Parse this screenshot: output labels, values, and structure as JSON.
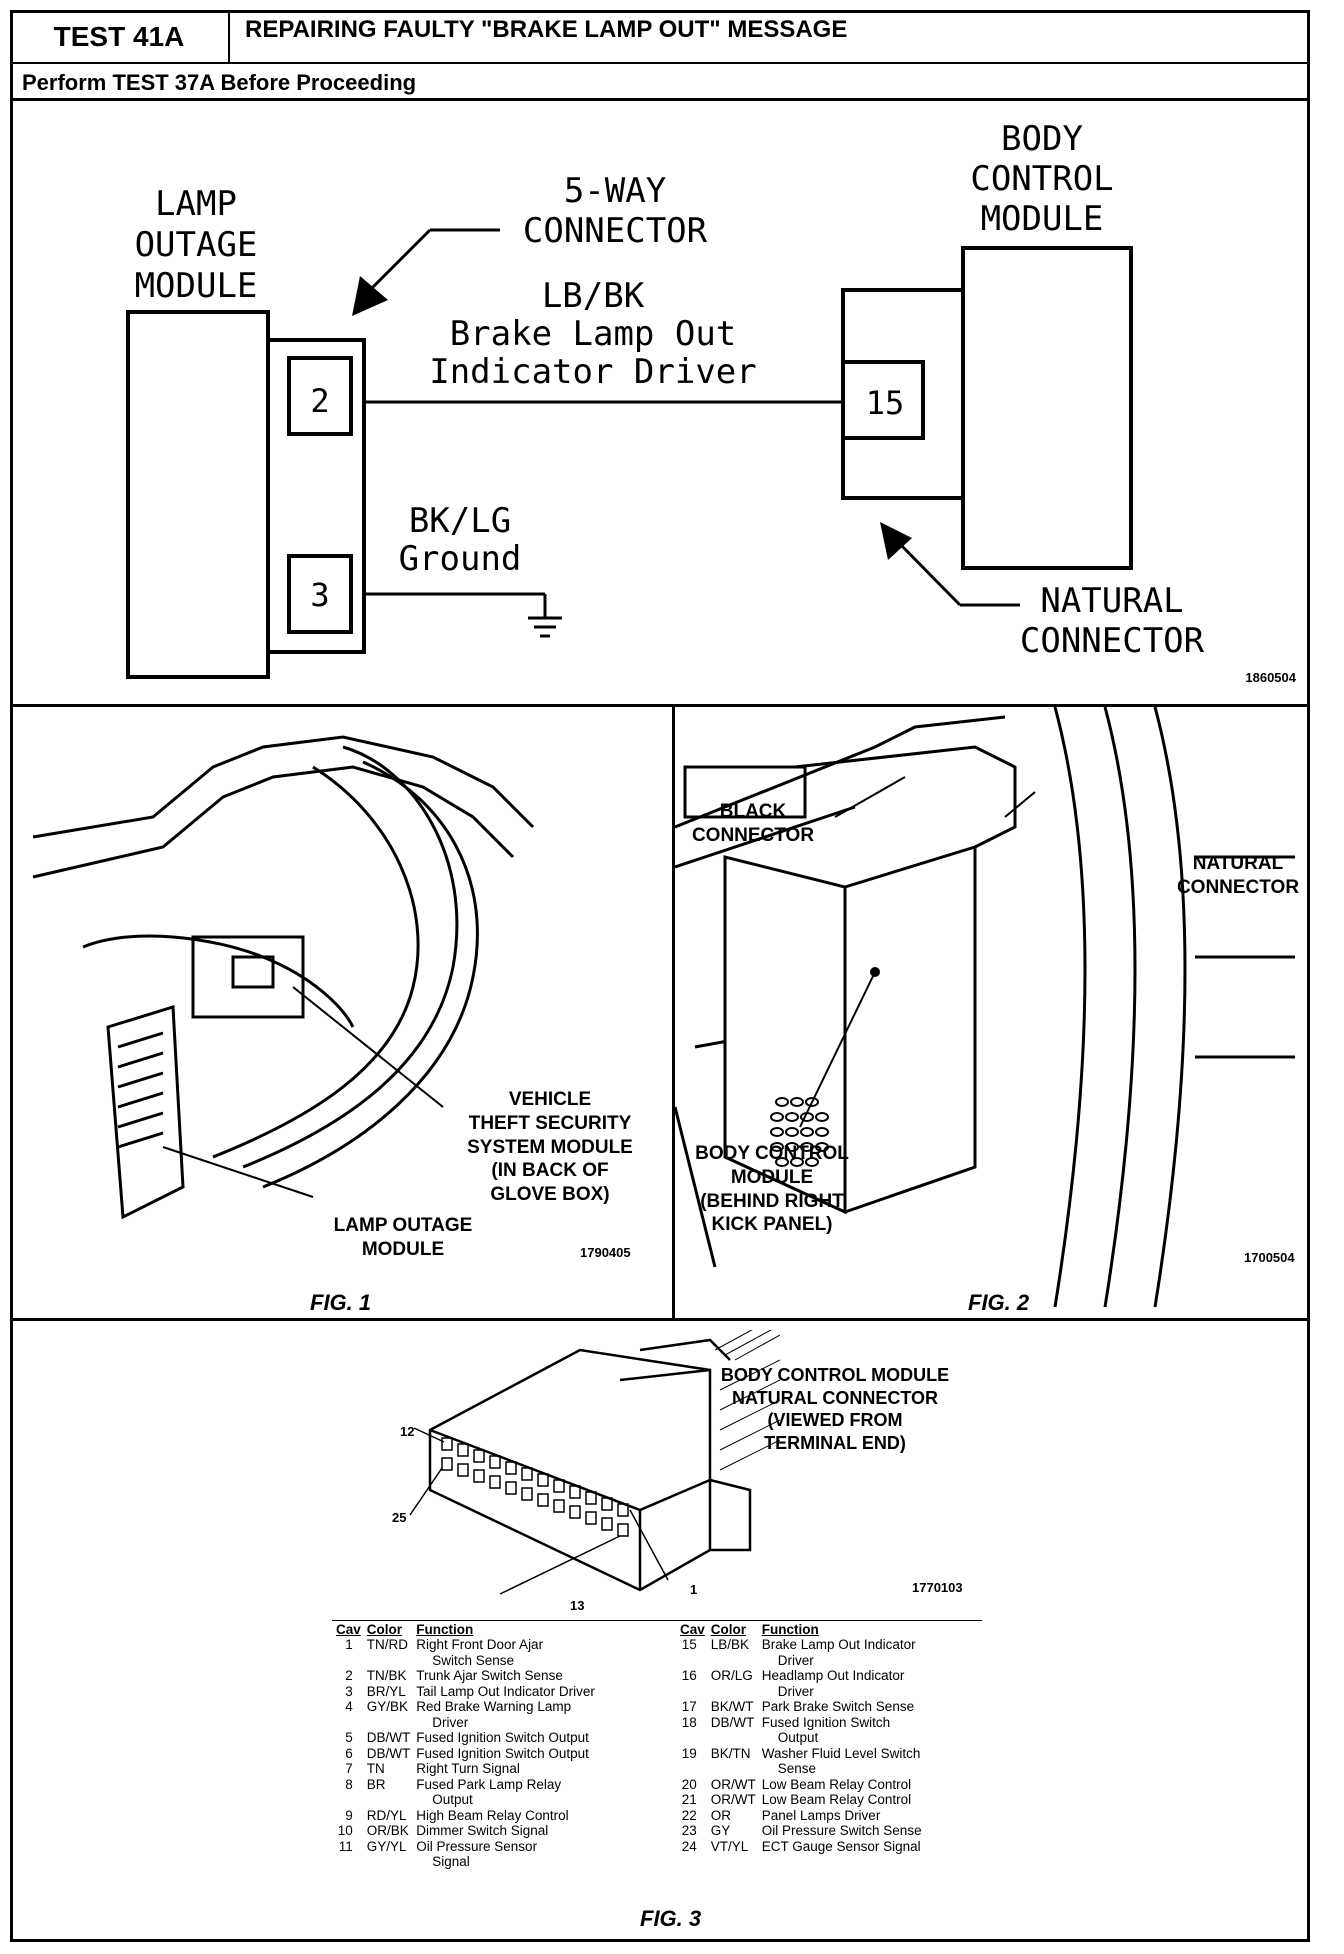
{
  "header": {
    "test_id": "TEST 41A",
    "title": "REPAIRING FAULTY \"BRAKE LAMP OUT\" MESSAGE",
    "prerequisite": "Perform TEST 37A Before Proceeding"
  },
  "schematic": {
    "lamp_module": [
      "LAMP",
      "OUTAGE",
      "MODULE"
    ],
    "body_module": [
      "BODY",
      "CONTROL",
      "MODULE"
    ],
    "five_way": [
      "5-WAY",
      "CONNECTOR"
    ],
    "wire_color": "LB/BK",
    "wire_function": [
      "Brake Lamp Out",
      "Indicator Driver"
    ],
    "ground_color": "BK/LG",
    "ground_label": "Ground",
    "pin_a": "2",
    "pin_b": "3",
    "pin_c": "15",
    "natural": [
      "NATURAL",
      "CONNECTOR"
    ],
    "ref": "1860504"
  },
  "fig1": {
    "vtss_label": [
      "VEHICLE",
      "THEFT SECURITY",
      "SYSTEM MODULE",
      "(IN BACK OF",
      "GLOVE BOX)"
    ],
    "lom_label": [
      "LAMP OUTAGE",
      "MODULE"
    ],
    "ref": "1790405",
    "caption": "FIG. 1"
  },
  "fig2": {
    "black_label": [
      "BLACK",
      "CONNECTOR"
    ],
    "natural_label": [
      "NATURAL",
      "CONNECTOR"
    ],
    "bcm_label": [
      "BODY CONTROL",
      "MODULE",
      "(BEHIND RIGHT",
      "KICK PANEL)"
    ],
    "ref": "1700504",
    "caption": "FIG. 2"
  },
  "fig3": {
    "title": [
      "BODY CONTROL MODULE",
      "NATURAL CONNECTOR",
      "(VIEWED FROM",
      "TERMINAL END)"
    ],
    "pin_labels": {
      "p12": "12",
      "p25": "25",
      "p13": "13",
      "p1": "1"
    },
    "ref": "1770103",
    "caption": "FIG. 3",
    "headers": [
      "Cav",
      "Color",
      "Function"
    ],
    "left": [
      {
        "cav": "1",
        "color": "TN/RD",
        "fn": "Right Front Door Ajar",
        "fn2": "Switch Sense"
      },
      {
        "cav": "2",
        "color": "TN/BK",
        "fn": "Trunk Ajar Switch Sense",
        "fn2": ""
      },
      {
        "cav": "3",
        "color": "BR/YL",
        "fn": "Tail Lamp Out Indicator Driver",
        "fn2": ""
      },
      {
        "cav": "4",
        "color": "GY/BK",
        "fn": "Red Brake Warning Lamp",
        "fn2": "Driver"
      },
      {
        "cav": "5",
        "color": "DB/WT",
        "fn": "Fused Ignition Switch Output",
        "fn2": ""
      },
      {
        "cav": "6",
        "color": "DB/WT",
        "fn": "Fused Ignition Switch Output",
        "fn2": ""
      },
      {
        "cav": "7",
        "color": "TN",
        "fn": "Right Turn Signal",
        "fn2": ""
      },
      {
        "cav": "8",
        "color": "BR",
        "fn": "Fused Park Lamp Relay",
        "fn2": "Output"
      },
      {
        "cav": "9",
        "color": "RD/YL",
        "fn": "High Beam Relay Control",
        "fn2": ""
      },
      {
        "cav": "10",
        "color": "OR/BK",
        "fn": "Dimmer Switch Signal",
        "fn2": ""
      },
      {
        "cav": "11",
        "color": "GY/YL",
        "fn": "Oil Pressure Sensor",
        "fn2": "Signal"
      }
    ],
    "right": [
      {
        "cav": "15",
        "color": "LB/BK",
        "fn": "Brake Lamp Out Indicator",
        "fn2": "Driver"
      },
      {
        "cav": "16",
        "color": "OR/LG",
        "fn": "Headlamp Out Indicator",
        "fn2": "Driver"
      },
      {
        "cav": "17",
        "color": "BK/WT",
        "fn": "Park Brake Switch Sense",
        "fn2": ""
      },
      {
        "cav": "18",
        "color": "DB/WT",
        "fn": "Fused Ignition Switch",
        "fn2": "Output"
      },
      {
        "cav": "19",
        "color": "BK/TN",
        "fn": "Washer Fluid Level Switch",
        "fn2": "Sense"
      },
      {
        "cav": "20",
        "color": "OR/WT",
        "fn": "Low Beam Relay Control",
        "fn2": ""
      },
      {
        "cav": "21",
        "color": "OR/WT",
        "fn": "Low Beam Relay Control",
        "fn2": ""
      },
      {
        "cav": "22",
        "color": "OR",
        "fn": "Panel Lamps Driver",
        "fn2": ""
      },
      {
        "cav": "23",
        "color": "GY",
        "fn": "Oil Pressure Switch Sense",
        "fn2": ""
      },
      {
        "cav": "24",
        "color": "VT/YL",
        "fn": "ECT Gauge Sensor Signal",
        "fn2": ""
      }
    ]
  }
}
